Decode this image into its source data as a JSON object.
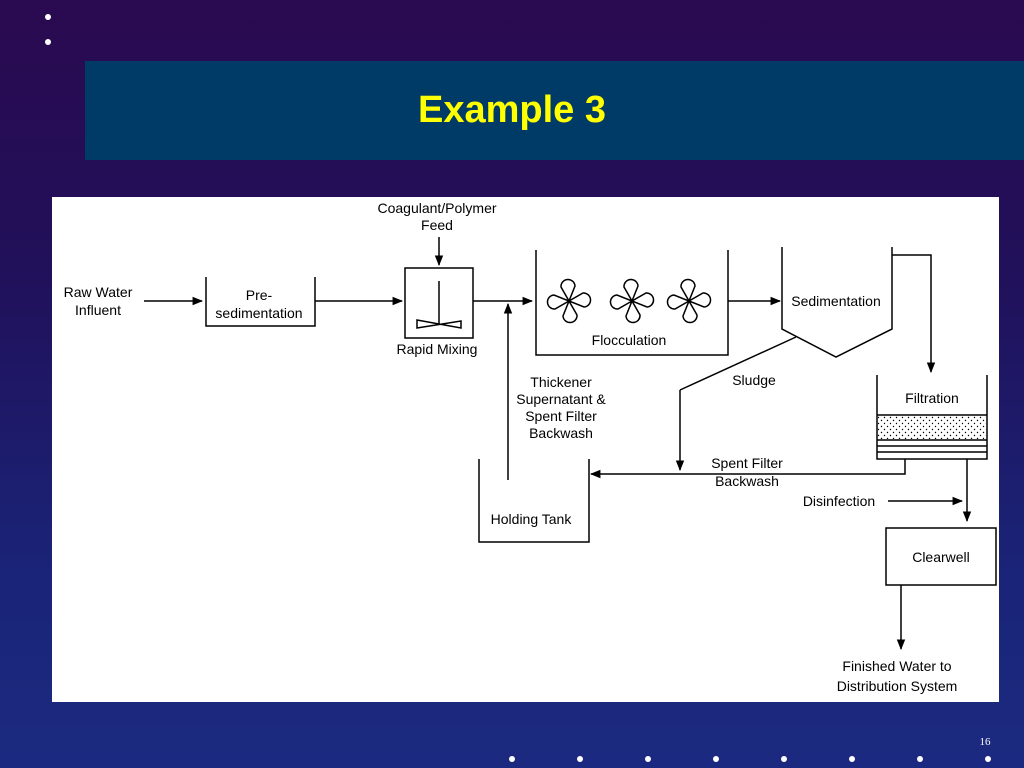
{
  "slide": {
    "title": "Example 3",
    "page_number": "16"
  },
  "diagram": {
    "labels": {
      "raw_water_1": "Raw Water",
      "raw_water_2": "Influent",
      "pre_sed_1": "Pre-",
      "pre_sed_2": "sedimentation",
      "coagulant_1": "Coagulant/Polymer",
      "coagulant_2": "Feed",
      "rapid_mixing": "Rapid Mixing",
      "flocculation": "Flocculation",
      "sedimentation": "Sedimentation",
      "sludge": "Sludge",
      "thickener_1": "Thickener",
      "thickener_2": "Supernatant &",
      "thickener_3": "Spent Filter",
      "thickener_4": "Backwash",
      "holding_tank": "Holding Tank",
      "spent_filter_1": "Spent Filter",
      "spent_filter_2": "Backwash",
      "filtration": "Filtration",
      "disinfection": "Disinfection",
      "clearwell": "Clearwell",
      "finished_1": "Finished Water to",
      "finished_2": "Distribution System"
    }
  },
  "colors": {
    "title_text": "#ffff00",
    "title_band": "#003a66",
    "background_top": "#2a0a50",
    "background_bottom": "#1b2a80",
    "diagram_background": "#ffffff",
    "diagram_ink": "#000000"
  }
}
